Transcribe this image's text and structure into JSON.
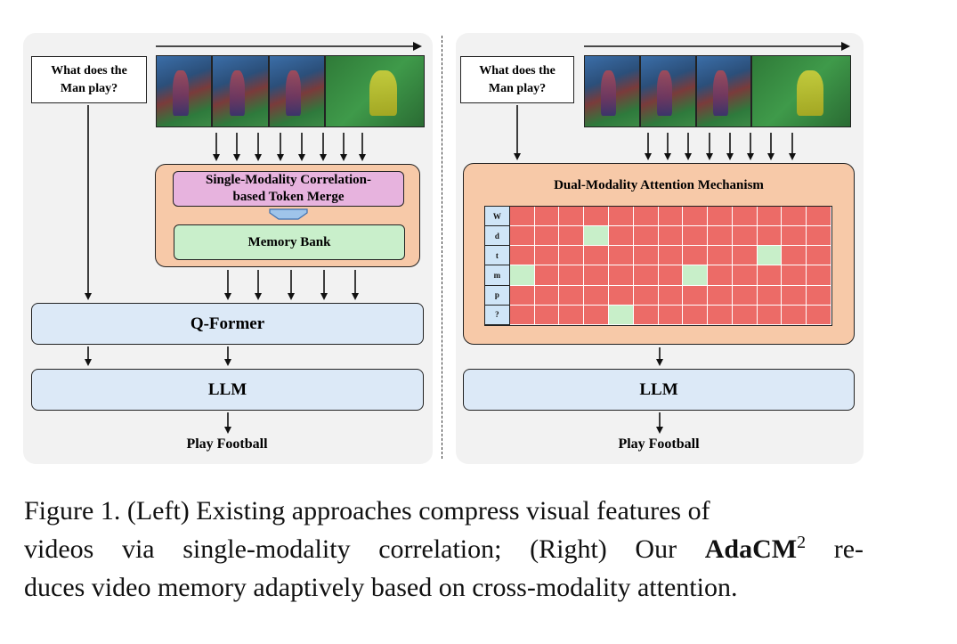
{
  "left": {
    "question": "What does the Man play?",
    "merge_label": "Single-Modality Correlation-based Token Merge",
    "memory_label": "Memory Bank",
    "qformer_label": "Q-Former",
    "llm_label": "LLM",
    "output": "Play Football"
  },
  "right": {
    "question": "What does the Man play?",
    "attention_label": "Dual-Modality Attention Mechanism",
    "tokens": [
      "W",
      "d",
      "t",
      "m",
      "p",
      "?"
    ],
    "highlighted_cells": [
      [
        1,
        4
      ],
      [
        2,
        11
      ],
      [
        3,
        1
      ],
      [
        3,
        8
      ],
      [
        5,
        5
      ]
    ],
    "llm_label": "LLM",
    "output": "Play Football"
  },
  "caption": {
    "line1": "Figure 1. (Left) Existing approaches compress visual features of",
    "line2_pre": "videos via single-modality correlation; (Right) Our ",
    "name": "AdaCM",
    "sup": "2",
    "line2_post": " re-",
    "line3": "duces video memory adaptively based on cross-modality attention."
  },
  "colors": {
    "peach": "#f7c9a8",
    "pink": "#e7b3de",
    "green": "#c9efcb",
    "blue": "#dce9f7",
    "attention_red": "#ec6b67",
    "attention_green": "#c8efc9"
  }
}
